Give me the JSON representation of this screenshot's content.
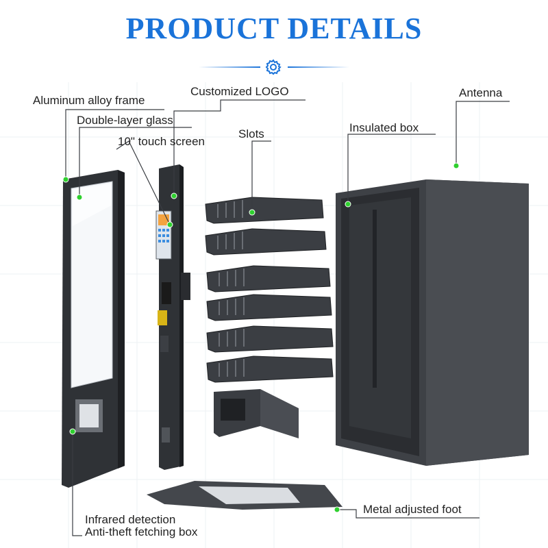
{
  "header": {
    "title": "PRODUCT DETAILS"
  },
  "icons": {
    "divider_icon": "gear-icon"
  },
  "colors": {
    "title": "#1a73d9",
    "marker": "#2fd02f",
    "metal": "#3a3d42"
  },
  "labels": {
    "aluminum_frame": "Aluminum alloy frame",
    "double_glass": "Double-layer glass",
    "touch_screen": "10\" touch screen",
    "custom_logo": "Customized LOGO",
    "slots": "Slots",
    "antenna": "Antenna",
    "insulated_box": "Insulated box",
    "infrared": "Infrared detection",
    "anti_theft": "Anti-theft fetching box",
    "metal_foot": "Metal adjusted foot"
  }
}
